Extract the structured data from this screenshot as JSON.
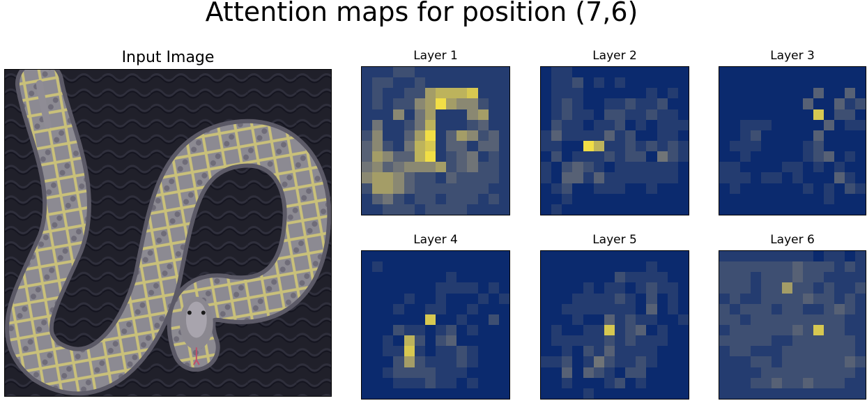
{
  "figure": {
    "title": "Attention maps for position (7,6)"
  },
  "input_panel": {
    "label": "Input Image",
    "subject": "coiled rattlesnake on dark quilted fabric"
  },
  "colormap": {
    "low": "#0b2a6e",
    "mid": "#7d7d78",
    "high": "#f1de46"
  },
  "layers": [
    {
      "label": "Layer 1",
      "grid": [
        "11122111111111",
        "12211211111111",
        "12112267778111",
        "12122569655211",
        "11151461115611",
        "14112471112311",
        "25113691365231",
        "35214781331331",
        "36533791234121",
        "45345556234221",
        "56653221322221",
        "26653222222211",
        "13421221222121",
        "11222122221111"
      ]
    },
    {
      "label": "Layer 2",
      "grid": [
        "01100000000000",
        "01120101000000",
        "01110000001010",
        "01210011211200",
        "01211022112110",
        "02110112010111",
        "13111131200110",
        "11009711212121",
        "02011121220421",
        "10232101111110",
        "10331311111110",
        "01200111001000",
        "00100000000000",
        "01000000000000"
      ]
    },
    {
      "label": "Layer 3",
      "grid": [
        "00000000000000",
        "00000000000000",
        "00000000030030",
        "00000000300312",
        "00000000080220",
        "00111000003011",
        "00120000030000",
        "01110000120000",
        "00100000123010",
        "11000011010100",
        "11101101000310",
        "01000000101021",
        "00000000001000",
        "00000000000000"
      ]
    },
    {
      "label": "Layer 4",
      "grid": [
        "00000000000000",
        "01000000000000",
        "00000000100000",
        "00000001111010",
        "00001001000101",
        "00010011001000",
        "00000080010020",
        "00021101201000",
        "00107202300000",
        "00118101121000",
        "00026211121000",
        "00122221110000",
        "00011121101000",
        "00000000000000"
      ]
    },
    {
      "label": "Layer 5",
      "grid": [
        "00000000000000",
        "00000000001000",
        "00000002111100",
        "00001011012110",
        "00011112102010",
        "00111111103010",
        "00010031211001",
        "01001181230100",
        "01111121211100",
        "00102131111000",
        "11201421121000",
        "00303210220000",
        "00100012010000",
        "00001000000000"
      ]
    },
    {
      "label": "Layer 6",
      "grid": [
        "11111111101101",
        "22222223222121",
        "22212223221111",
        "22212262212112",
        "12112222322121",
        "21222122112321",
        "22122222222211",
        "12222223282211",
        "22222112222221",
        "12211122222221",
        "11122122222232",
        "11112222222221",
        "11122322322211",
        "11111111111111"
      ]
    }
  ]
}
